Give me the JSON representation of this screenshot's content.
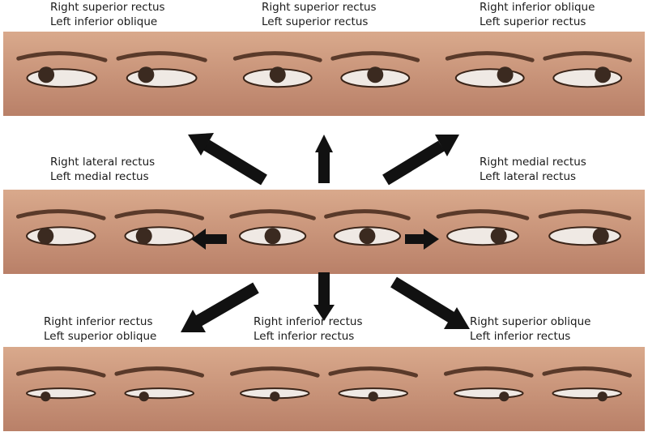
{
  "colors": {
    "skin": "#d9a98c",
    "skin_dark": "#b98068",
    "arrow": "#111111"
  },
  "top_row": {
    "left": {
      "line1": "Right superior rectus",
      "line2": "Left inferior oblique"
    },
    "center": {
      "line1": "Right superior rectus",
      "line2": "Left superior rectus"
    },
    "right": {
      "line1": "Right inferior oblique",
      "line2": "Left superior rectus"
    }
  },
  "middle_row": {
    "left": {
      "line1": "Right lateral rectus",
      "line2": "Left medial rectus"
    },
    "right": {
      "line1": "Right medial rectus",
      "line2": "Left lateral rectus"
    }
  },
  "bottom_row": {
    "left": {
      "line1": "Right inferior rectus",
      "line2": "Left superior oblique"
    },
    "center": {
      "line1": "Right inferior rectus",
      "line2": "Left inferior  rectus"
    },
    "right": {
      "line1": "Right superior oblique",
      "line2": "Left inferior rectus"
    }
  },
  "gaze_photos": [
    {
      "name": "up-right",
      "gaze_x": -1,
      "gaze_y": -1
    },
    {
      "name": "up",
      "gaze_x": 0,
      "gaze_y": -1
    },
    {
      "name": "up-left",
      "gaze_x": 1,
      "gaze_y": -1
    },
    {
      "name": "right",
      "gaze_x": -1,
      "gaze_y": 0
    },
    {
      "name": "primary",
      "gaze_x": 0,
      "gaze_y": 0
    },
    {
      "name": "left",
      "gaze_x": 1,
      "gaze_y": 0
    },
    {
      "name": "down-right",
      "gaze_x": -1,
      "gaze_y": 1
    },
    {
      "name": "down",
      "gaze_x": 0,
      "gaze_y": 1
    },
    {
      "name": "down-left",
      "gaze_x": 1,
      "gaze_y": 1
    }
  ]
}
